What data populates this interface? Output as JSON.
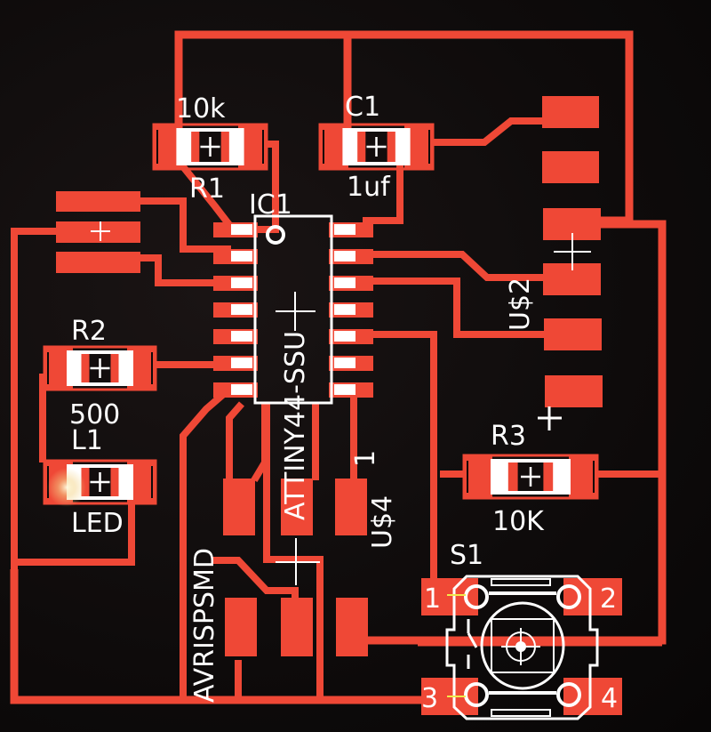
{
  "board": {
    "description": "PCB layout (EAGLE board view) of an ATtiny44 circuit",
    "colors": {
      "background": "#0d0a0a",
      "copper": "#ef4836",
      "silkscreen": "#ffffff",
      "pin_marker": "#f2e84a"
    }
  },
  "components": {
    "r1": {
      "name": "R1",
      "value": "10k"
    },
    "c1": {
      "name": "C1",
      "value": "1uf"
    },
    "ic1": {
      "name": "IC1",
      "value": "ATTINY44-SSU"
    },
    "r2": {
      "name": "R2",
      "value": "500"
    },
    "l1": {
      "name": "L1",
      "value": "LED"
    },
    "r3": {
      "name": "R3",
      "value": "10K"
    },
    "us2": {
      "name": "US2",
      "label": "U$2"
    },
    "us4": {
      "name": "US4",
      "label": "U$4",
      "pin1_label": "1"
    },
    "avrisp": {
      "name": "AVRISPSMD"
    },
    "s1": {
      "name": "S1",
      "pins": [
        "1",
        "2",
        "3",
        "4"
      ]
    }
  }
}
